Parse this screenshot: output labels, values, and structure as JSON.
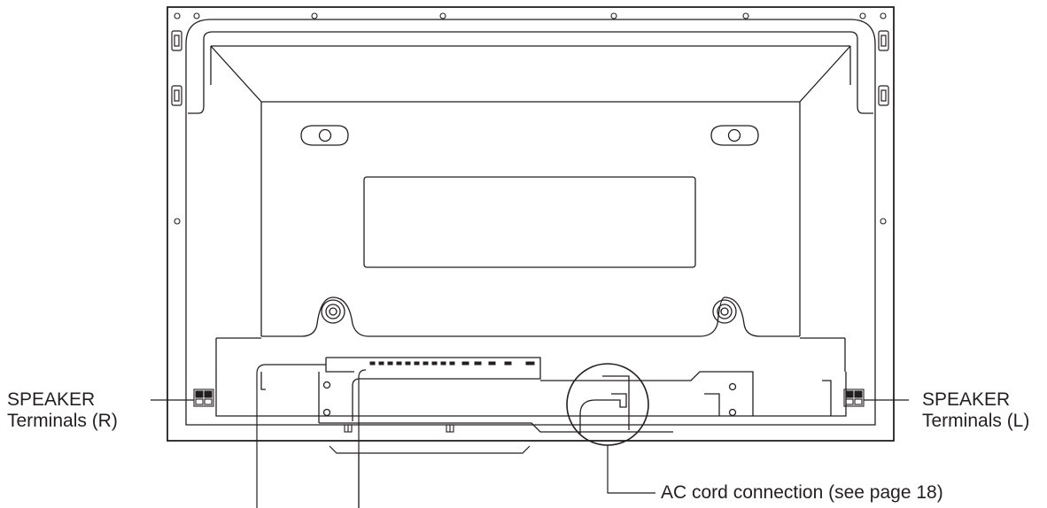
{
  "labels": {
    "speaker_r_line1": "SPEAKER",
    "speaker_r_line2": "Terminals (R)",
    "speaker_l_line1": "SPEAKER",
    "speaker_l_line2": "Terminals (L)",
    "ac_cord": "AC cord connection (see page 18)"
  },
  "colors": {
    "line": "#231f20",
    "background": "#ffffff"
  }
}
